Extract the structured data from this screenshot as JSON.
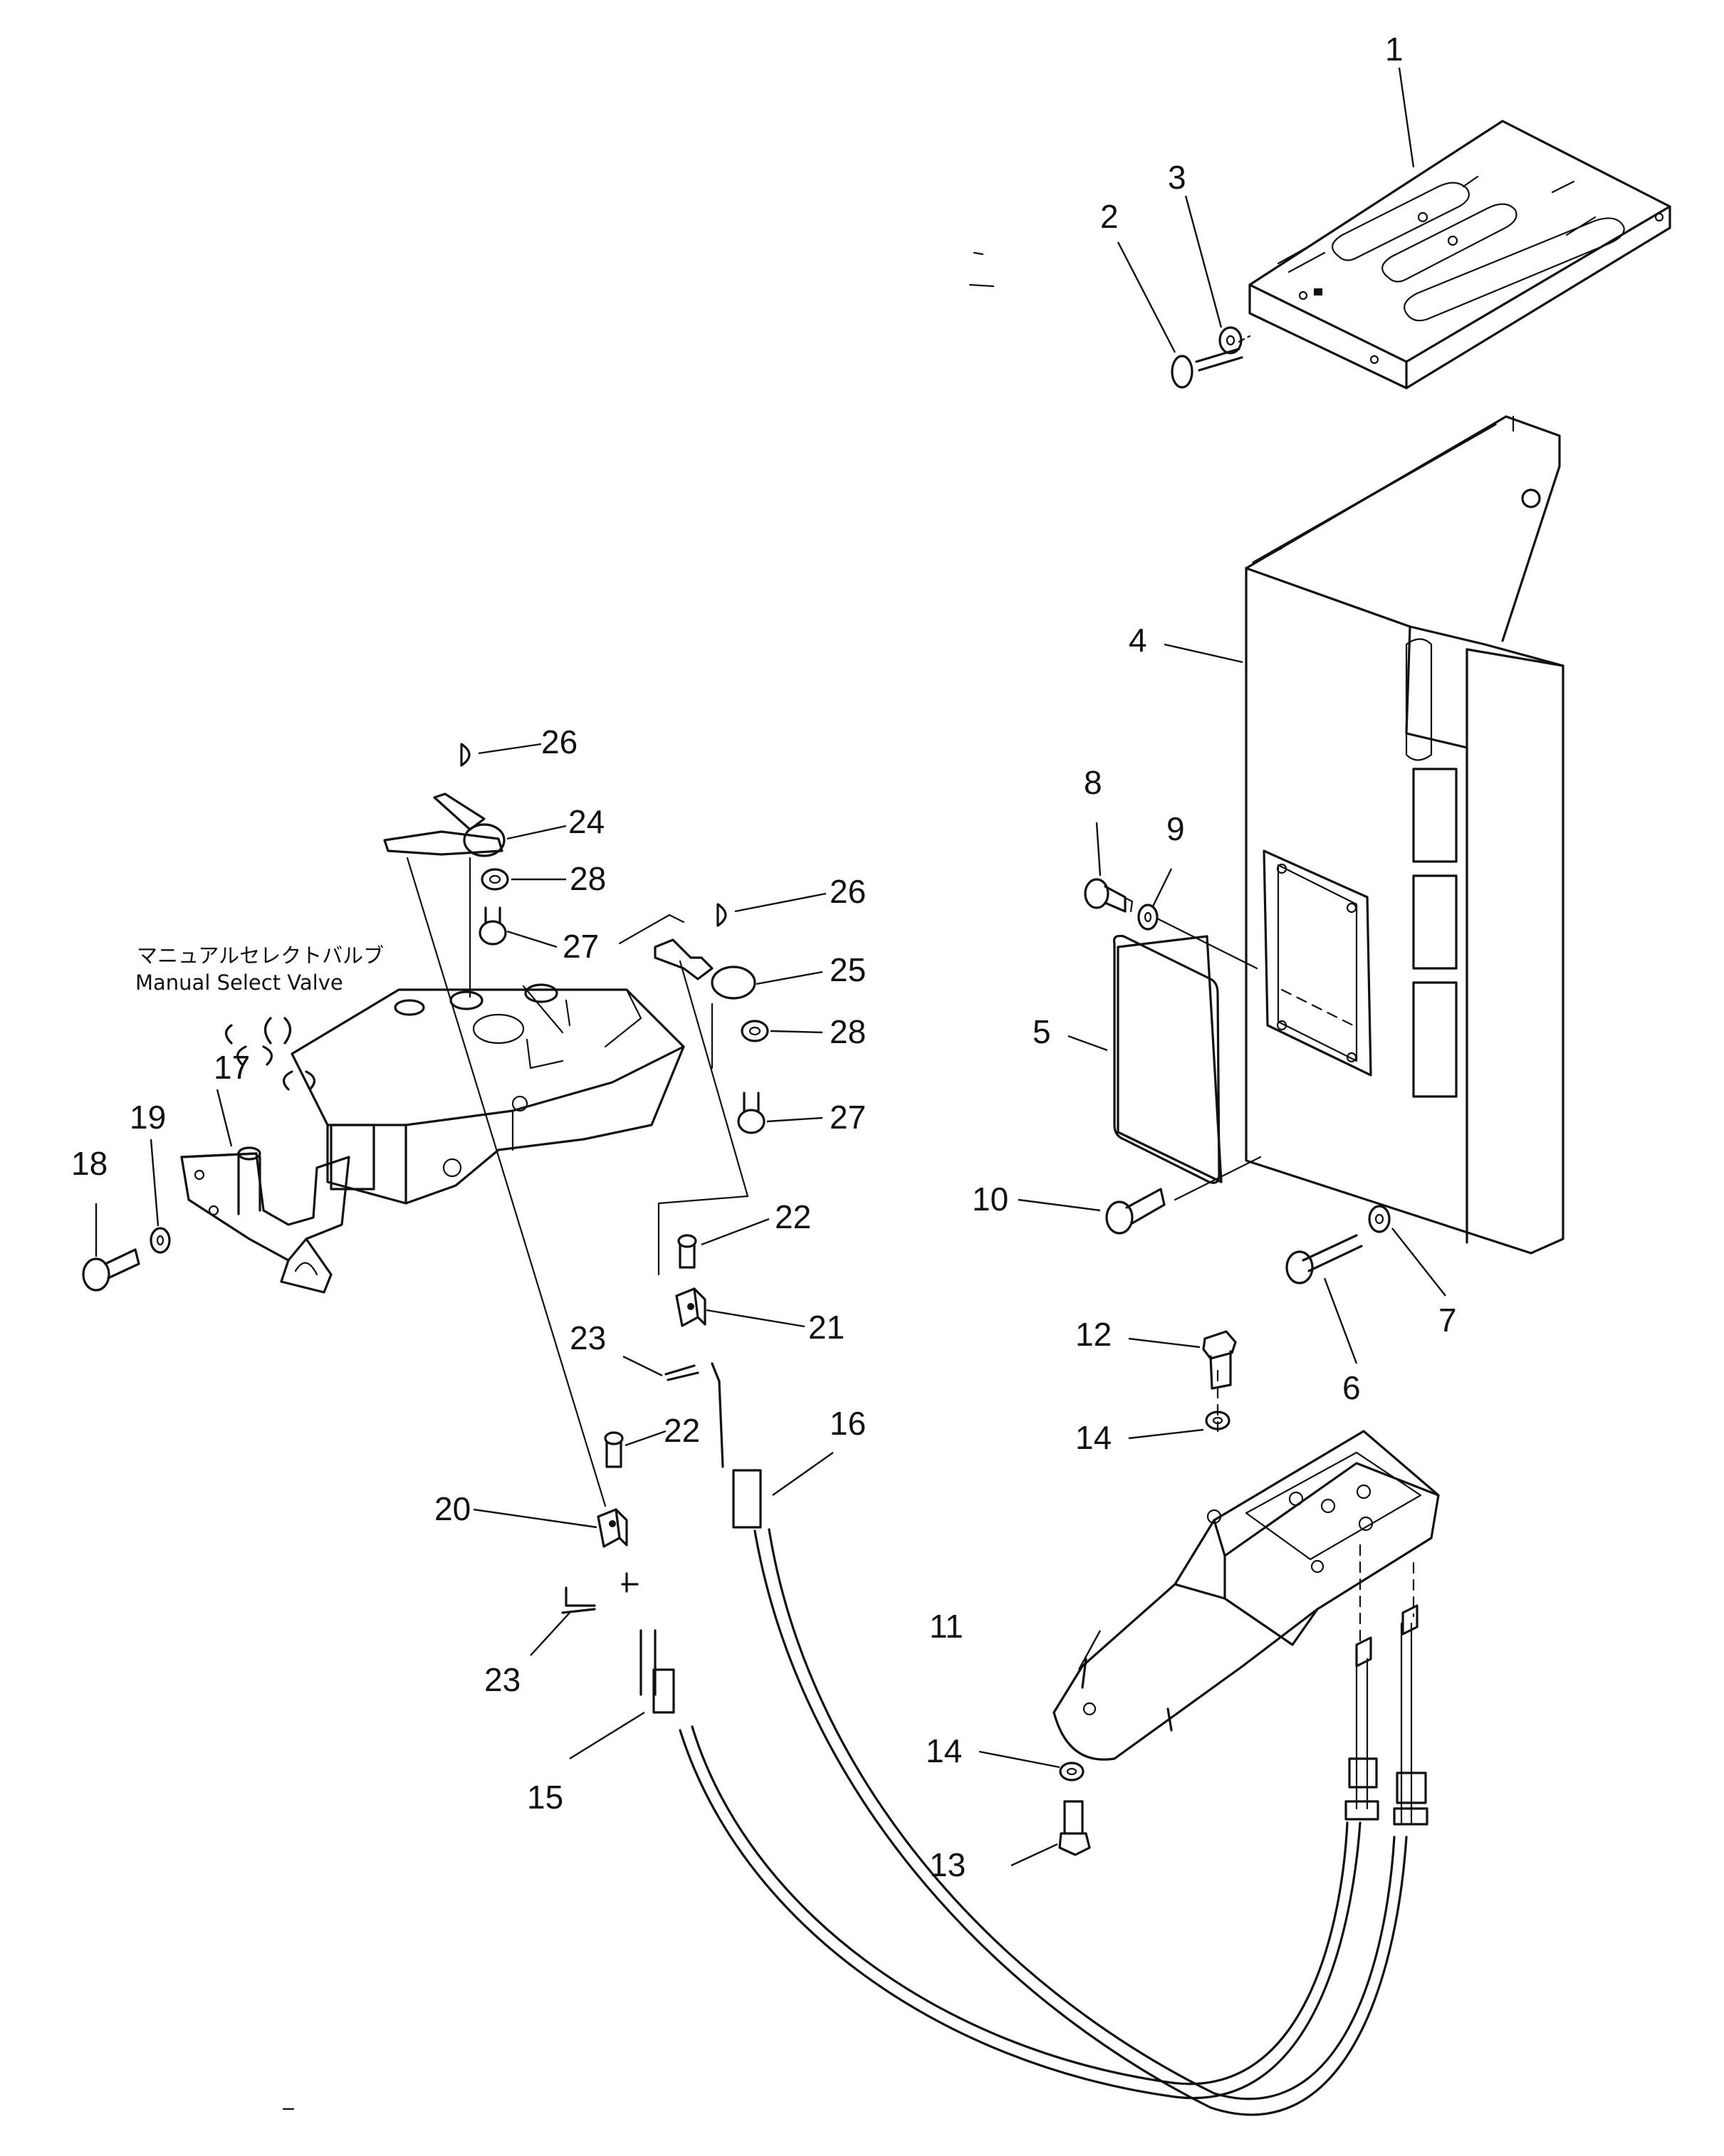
{
  "diagram": {
    "caption": {
      "japanese": "マニュアルセレクトバルブ",
      "english": "Manual Select Valve"
    },
    "callouts": [
      {
        "id": "c1",
        "label": "1"
      },
      {
        "id": "c2",
        "label": "2"
      },
      {
        "id": "c3",
        "label": "3"
      },
      {
        "id": "c4",
        "label": "4"
      },
      {
        "id": "c5",
        "label": "5"
      },
      {
        "id": "c6",
        "label": "6"
      },
      {
        "id": "c7",
        "label": "7"
      },
      {
        "id": "c8",
        "label": "8"
      },
      {
        "id": "c9",
        "label": "9"
      },
      {
        "id": "c10",
        "label": "10"
      },
      {
        "id": "c11",
        "label": "11"
      },
      {
        "id": "c12",
        "label": "12"
      },
      {
        "id": "c13",
        "label": "13"
      },
      {
        "id": "c14a",
        "label": "14"
      },
      {
        "id": "c14b",
        "label": "14"
      },
      {
        "id": "c15",
        "label": "15"
      },
      {
        "id": "c16",
        "label": "16"
      },
      {
        "id": "c17",
        "label": "17"
      },
      {
        "id": "c18",
        "label": "18"
      },
      {
        "id": "c19",
        "label": "19"
      },
      {
        "id": "c20",
        "label": "20"
      },
      {
        "id": "c21",
        "label": "21"
      },
      {
        "id": "c22a",
        "label": "22"
      },
      {
        "id": "c22b",
        "label": "22"
      },
      {
        "id": "c23a",
        "label": "23"
      },
      {
        "id": "c23b",
        "label": "23"
      },
      {
        "id": "c24",
        "label": "24"
      },
      {
        "id": "c25",
        "label": "25"
      },
      {
        "id": "c26a",
        "label": "26"
      },
      {
        "id": "c26b",
        "label": "26"
      },
      {
        "id": "c27a",
        "label": "27"
      },
      {
        "id": "c27b",
        "label": "27"
      },
      {
        "id": "c28a",
        "label": "28"
      },
      {
        "id": "c28b",
        "label": "28"
      }
    ]
  }
}
